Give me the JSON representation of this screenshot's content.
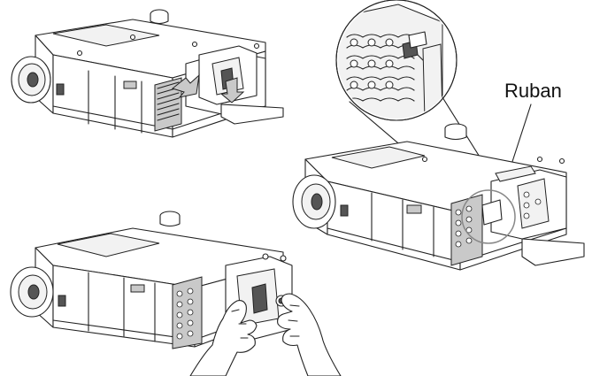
{
  "labels": {
    "ribbon": "Ruban"
  },
  "scenes": [
    {
      "name": "step-cover-removed"
    },
    {
      "name": "step-ribbon-detail"
    },
    {
      "name": "step-pull-lamp"
    }
  ]
}
